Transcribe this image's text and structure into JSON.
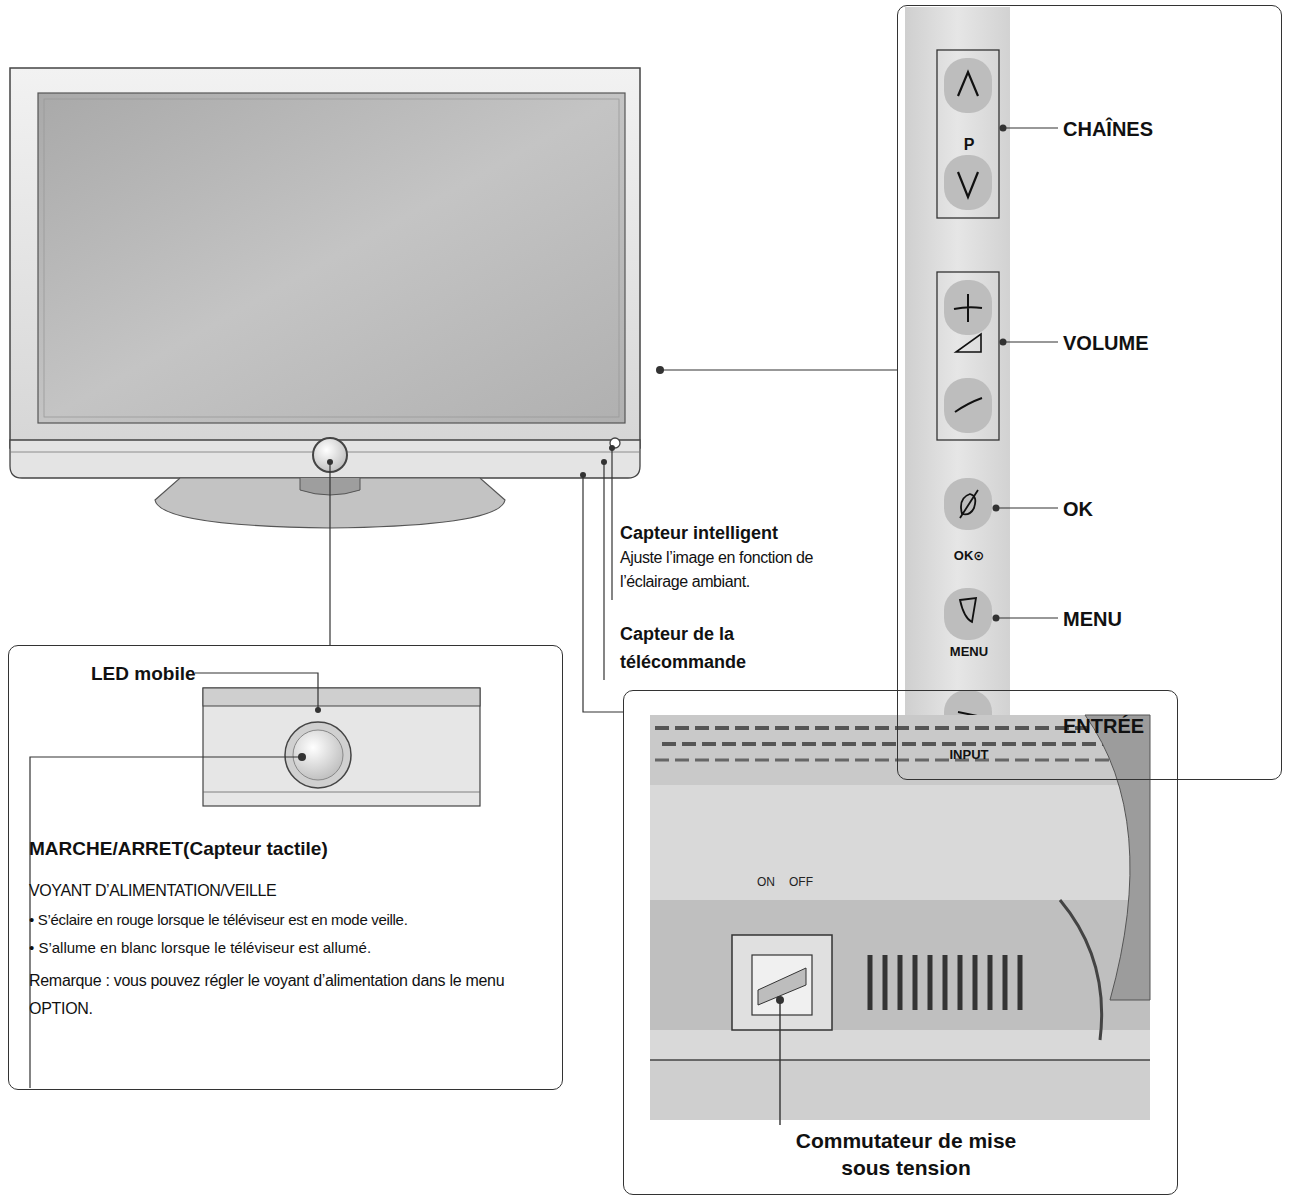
{
  "diagram": {
    "nodes": [
      {
        "text": [
          "P",
          "CHAÎNES",
          "VOLUME",
          "OK",
          "OK⊙",
          "MENU",
          "MENU",
          "ENTRÉE",
          "INPUT"
        ]
      },
      {
        "text": [
          "LED mobile",
          "MARCHE/ARRET(Capteur tactile)",
          "VOYANT D’ALIMENTATION/VEILLE",
          "• S’éclaire en rouge lorsque le téléviseur est en mode veille.",
          "• S’allume en blanc lorsque le téléviseur est allumé.",
          "Remarque : vous pouvez régler le voyant d’alimentation dans le menu OPTION."
        ]
      },
      {
        "text": [
          "ON",
          "OFF",
          "Commutateur de mise sous tension"
        ]
      }
    ],
    "labels": [
      "Capteur intelligent",
      "Ajuste l’image en fonction de l’éclairage ambiant.",
      "Capteur de la télécommande"
    ]
  }
}
